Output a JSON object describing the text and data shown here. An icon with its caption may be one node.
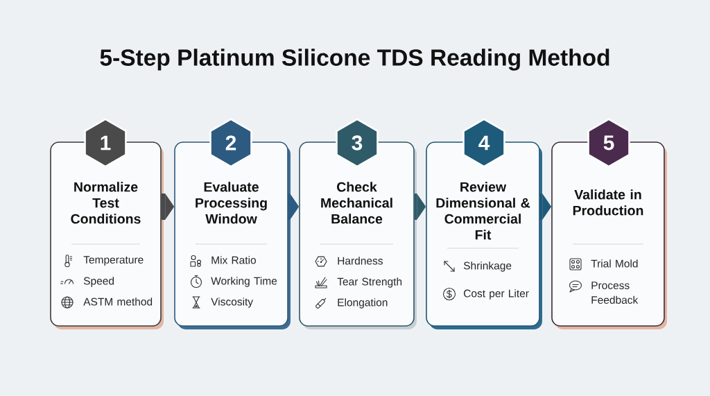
{
  "diagram": {
    "title": "5-Step Platinum Silicone TDS Reading Method",
    "nodes": [
      {
        "text": [
          "1"
        ]
      },
      {
        "text": [
          "Normalize Test Conditions",
          "Temperature",
          "Speed",
          "ASTM method"
        ]
      },
      {
        "text": [
          "2"
        ]
      },
      {
        "text": [
          "Evaluate Processing Window",
          "Mix Ratio",
          "Working Time",
          "Viscosity"
        ]
      },
      {
        "text": [
          "3"
        ]
      },
      {
        "text": [
          "Check Mechanical Balance",
          "Hardness",
          "Tear Strength",
          "Elongation"
        ]
      },
      {
        "text": [
          "4"
        ]
      },
      {
        "text": [
          "Review Dimensional & Commercial Fit",
          "Shrinkage",
          "Cost per Liter"
        ]
      },
      {
        "text": [
          "5"
        ]
      },
      {
        "text": [
          "Validate in Production",
          "Trial Mold",
          "Process Feedback"
        ]
      }
    ],
    "edges": [
      {
        "from": 1,
        "to": 3,
        "arrow": "to",
        "color": "#4a4a4a"
      },
      {
        "from": 3,
        "to": 5,
        "arrow": "to",
        "color": "#2d5a80"
      },
      {
        "from": 5,
        "to": 7,
        "arrow": "to",
        "color": "#2f5b69"
      },
      {
        "from": 7,
        "to": 9,
        "arrow": "to",
        "color": "#1e5a7a"
      }
    ]
  }
}
